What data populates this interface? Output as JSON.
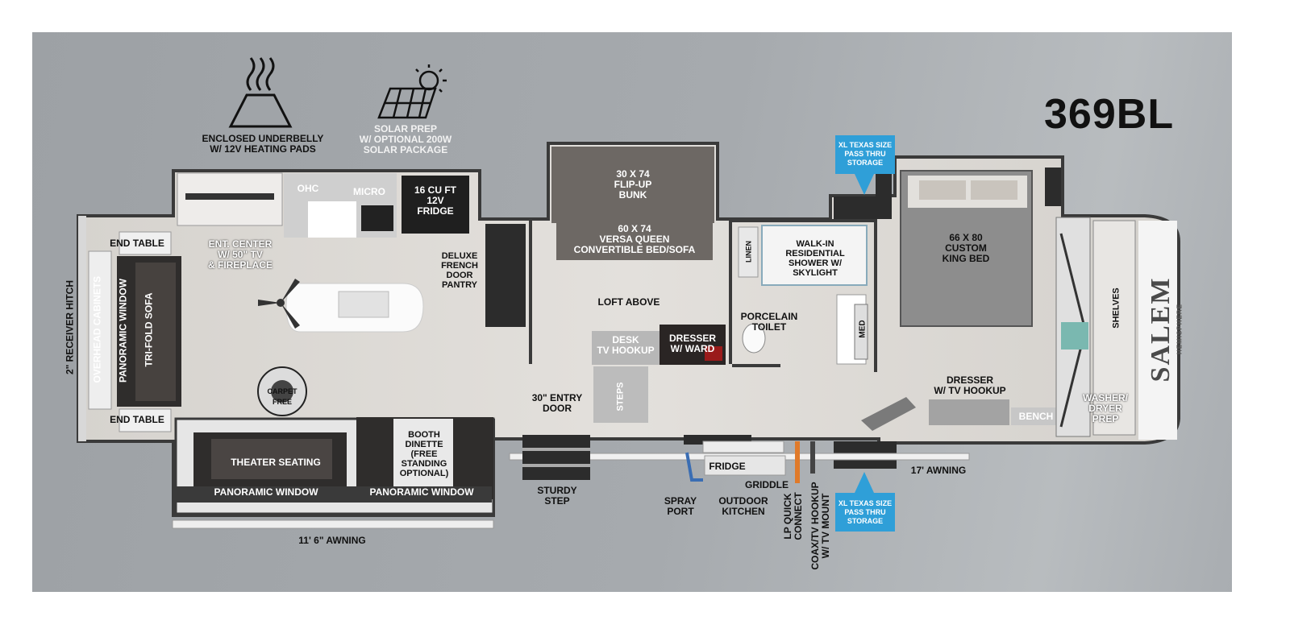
{
  "model": "369BL",
  "features": {
    "underbelly": "ENCLOSED UNDERBELLY\nW/ 12V HEATING PADS",
    "solar": "SOLAR PREP\nW/ OPTIONAL 200W\nSOLAR PACKAGE"
  },
  "labels": {
    "ohc": "OHC",
    "micro": "MICRO",
    "fridge16": "16 CU FT\n12V\nFRIDGE",
    "end_table_top": "END TABLE",
    "end_table_bottom": "END TABLE",
    "ent_center": "ENT. CENTER\nW/ 50\" TV\n& FIREPLACE",
    "receiver_hitch": "2\" RECEIVER HITCH",
    "overhead_cabinets": "OVERHEAD CABINETS",
    "panoramic_window_left": "PANORAMIC WINDOW",
    "tri_fold_sofa": "TRI-FOLD SOFA",
    "carpet_free": "CARPET FREE",
    "theater_seating": "THEATER SEATING",
    "panoramic_window_1": "PANORAMIC WINDOW",
    "panoramic_window_2": "PANORAMIC WINDOW",
    "booth_dinette": "BOOTH\nDINETTE\n(FREE\nSTANDING\nOPTIONAL)",
    "awning_front": "11' 6\" AWNING",
    "pantry": "DELUXE\nFRENCH\nDOOR\nPANTRY",
    "entry_door": "30\" ENTRY\nDOOR",
    "sturdy_step": "STURDY\nSTEP",
    "bunk": "30 X 74\nFLIP-UP\nBUNK",
    "versa_queen": "60 X 74\nVERSA QUEEN\nCONVERTIBLE BED/SOFA",
    "loft_above": "LOFT ABOVE",
    "desk": "DESK\nTV HOOKUP",
    "dresser_ward": "DRESSER\nW/ WARD",
    "steps": "STEPS",
    "linen": "LINEN",
    "shower": "WALK-IN\nRESIDENTIAL\nSHOWER W/\nSKYLIGHT",
    "porcelain_toilet": "PORCELAIN\nTOILET",
    "med": "MED",
    "xl_storage_top": "XL TEXAS SIZE\nPASS THRU\nSTORAGE",
    "xl_storage_bottom": "XL TEXAS SIZE\nPASS THRU\nSTORAGE",
    "king_bed": "66 X 80\nCUSTOM\nKING BED",
    "dresser_tv": "DRESSER\nW/ TV HOOKUP",
    "bench": "BENCH",
    "shelves": "SHELVES",
    "washer_dryer": "WASHER/\nDRYER\nPREP",
    "salem": "SALEM",
    "hemisphere": "HEMISPHERE",
    "awning_rear": "17' AWNING",
    "outdoor_fridge": "FRIDGE",
    "griddle": "GRIDDLE",
    "spray_port": "SPRAY\nPORT",
    "outdoor_kitchen": "OUTDOOR\nKITCHEN",
    "lp_quick": "LP QUICK\nCONNECT",
    "coax_tv": "COAX/TV HOOKUP\nW/ TV MOUNT"
  },
  "colors": {
    "panel": "#a4a8ac",
    "storage_blue": "#2f9fd8",
    "dark_furniture": "#2f2d2c",
    "floor": "#dedbd6"
  }
}
